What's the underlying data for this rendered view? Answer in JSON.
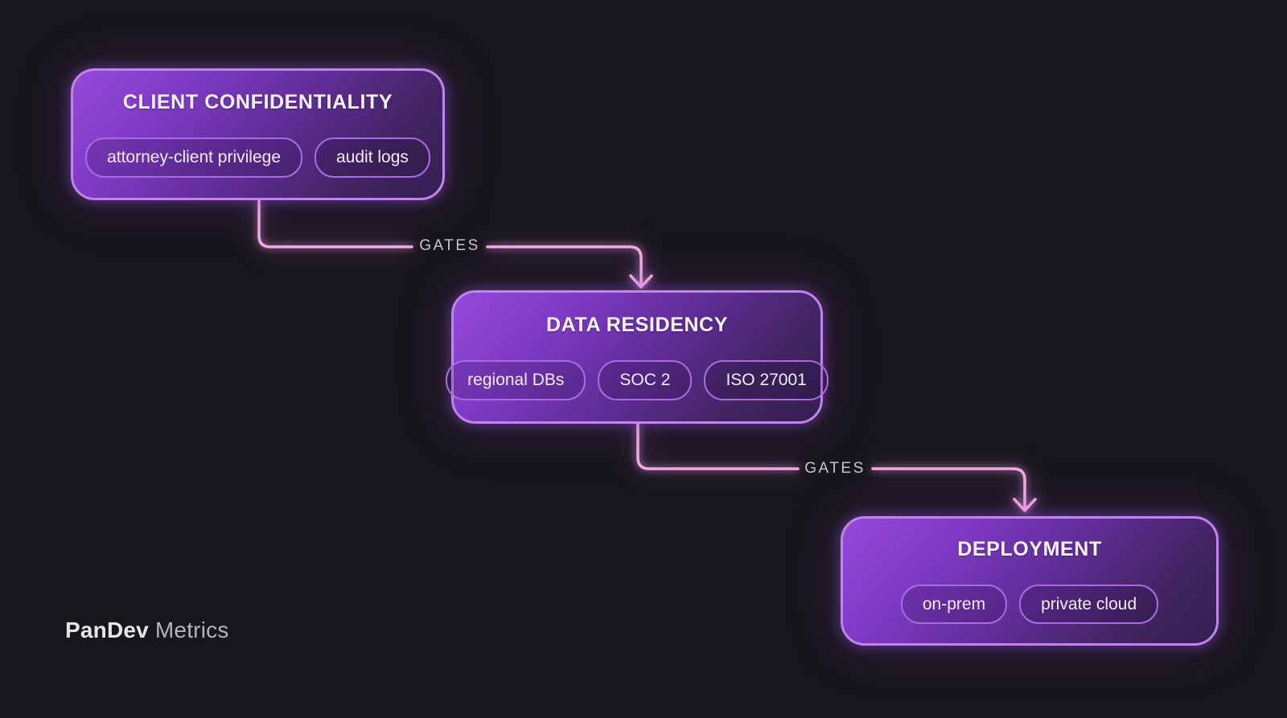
{
  "brand": {
    "bold": "PanDev",
    "light": " Metrics"
  },
  "nodes": [
    {
      "title": "CLIENT CONFIDENTIALITY",
      "tags": [
        "attorney-client privilege",
        "audit logs"
      ]
    },
    {
      "title": "DATA RESIDENCY",
      "tags": [
        "regional DBs",
        "SOC 2",
        "ISO 27001"
      ]
    },
    {
      "title": "DEPLOYMENT",
      "tags": [
        "on-prem",
        "private cloud"
      ]
    }
  ],
  "connectors": [
    {
      "label": "GATES",
      "from": "CLIENT CONFIDENTIALITY",
      "to": "DATA RESIDENCY"
    },
    {
      "label": "GATES",
      "from": "DATA RESIDENCY",
      "to": "DEPLOYMENT"
    }
  ],
  "colors": {
    "background": "#17161b",
    "node_border": "#c183ee",
    "node_gradient_start": "#9549dc",
    "node_gradient_end": "#342051",
    "tag_border": "#a96ae2",
    "title_text": "#f8f4fd",
    "tag_text": "#f4eefb",
    "arrow": "#f3aae6",
    "gate_label_text": "#c7c4ce",
    "brand_bold_text": "#e6e5ea",
    "brand_light_text": "#b4b2bc"
  }
}
